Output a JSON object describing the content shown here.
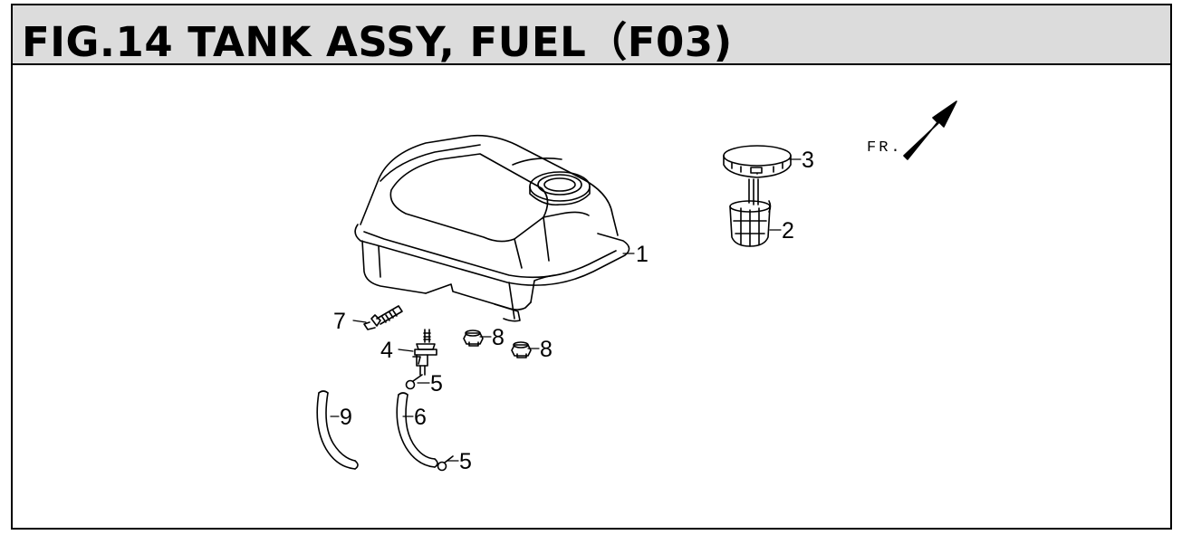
{
  "figure": {
    "title": "FIG.14 TANK ASSY, FUEL（F03)"
  },
  "direction_marker": {
    "label": "FR.",
    "icon": "arrow-up-right-icon"
  },
  "parts": [
    {
      "callout": "1",
      "part": "fuel-tank"
    },
    {
      "callout": "2",
      "part": "fuel-strainer"
    },
    {
      "callout": "3",
      "part": "fuel-cap"
    },
    {
      "callout": "4",
      "part": "fuel-cock"
    },
    {
      "callout": "5",
      "part": "hose-clip-upper"
    },
    {
      "callout": "5",
      "part": "hose-clip-lower"
    },
    {
      "callout": "6",
      "part": "fuel-hose"
    },
    {
      "callout": "7",
      "part": "bolt"
    },
    {
      "callout": "8",
      "part": "nut-left"
    },
    {
      "callout": "8",
      "part": "nut-right"
    },
    {
      "callout": "9",
      "part": "breather-hose"
    }
  ]
}
